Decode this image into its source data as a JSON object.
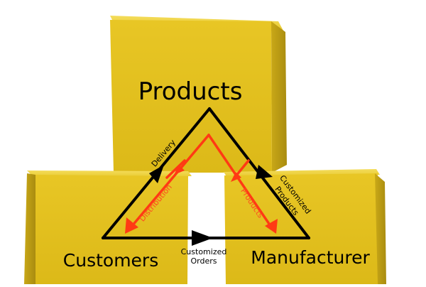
{
  "diagram": {
    "title": "Products",
    "nodes": {
      "customers": "Customers",
      "manufacturer": "Manufacturer"
    },
    "edges": {
      "delivery": "Delivery",
      "customized_products_line1": "Customized",
      "customized_products_line2": "Products",
      "customized_orders_line1": "Customized",
      "customized_orders_line2": "Orders",
      "distribution": "Distribution",
      "products": "Products"
    },
    "colors": {
      "block_face": "#e5c320",
      "block_top": "#f0d54a",
      "block_side": "#b89714",
      "black_arrow": "#000000",
      "red_arrow": "#ff3a14",
      "red_text": "#ff4a1e"
    }
  }
}
